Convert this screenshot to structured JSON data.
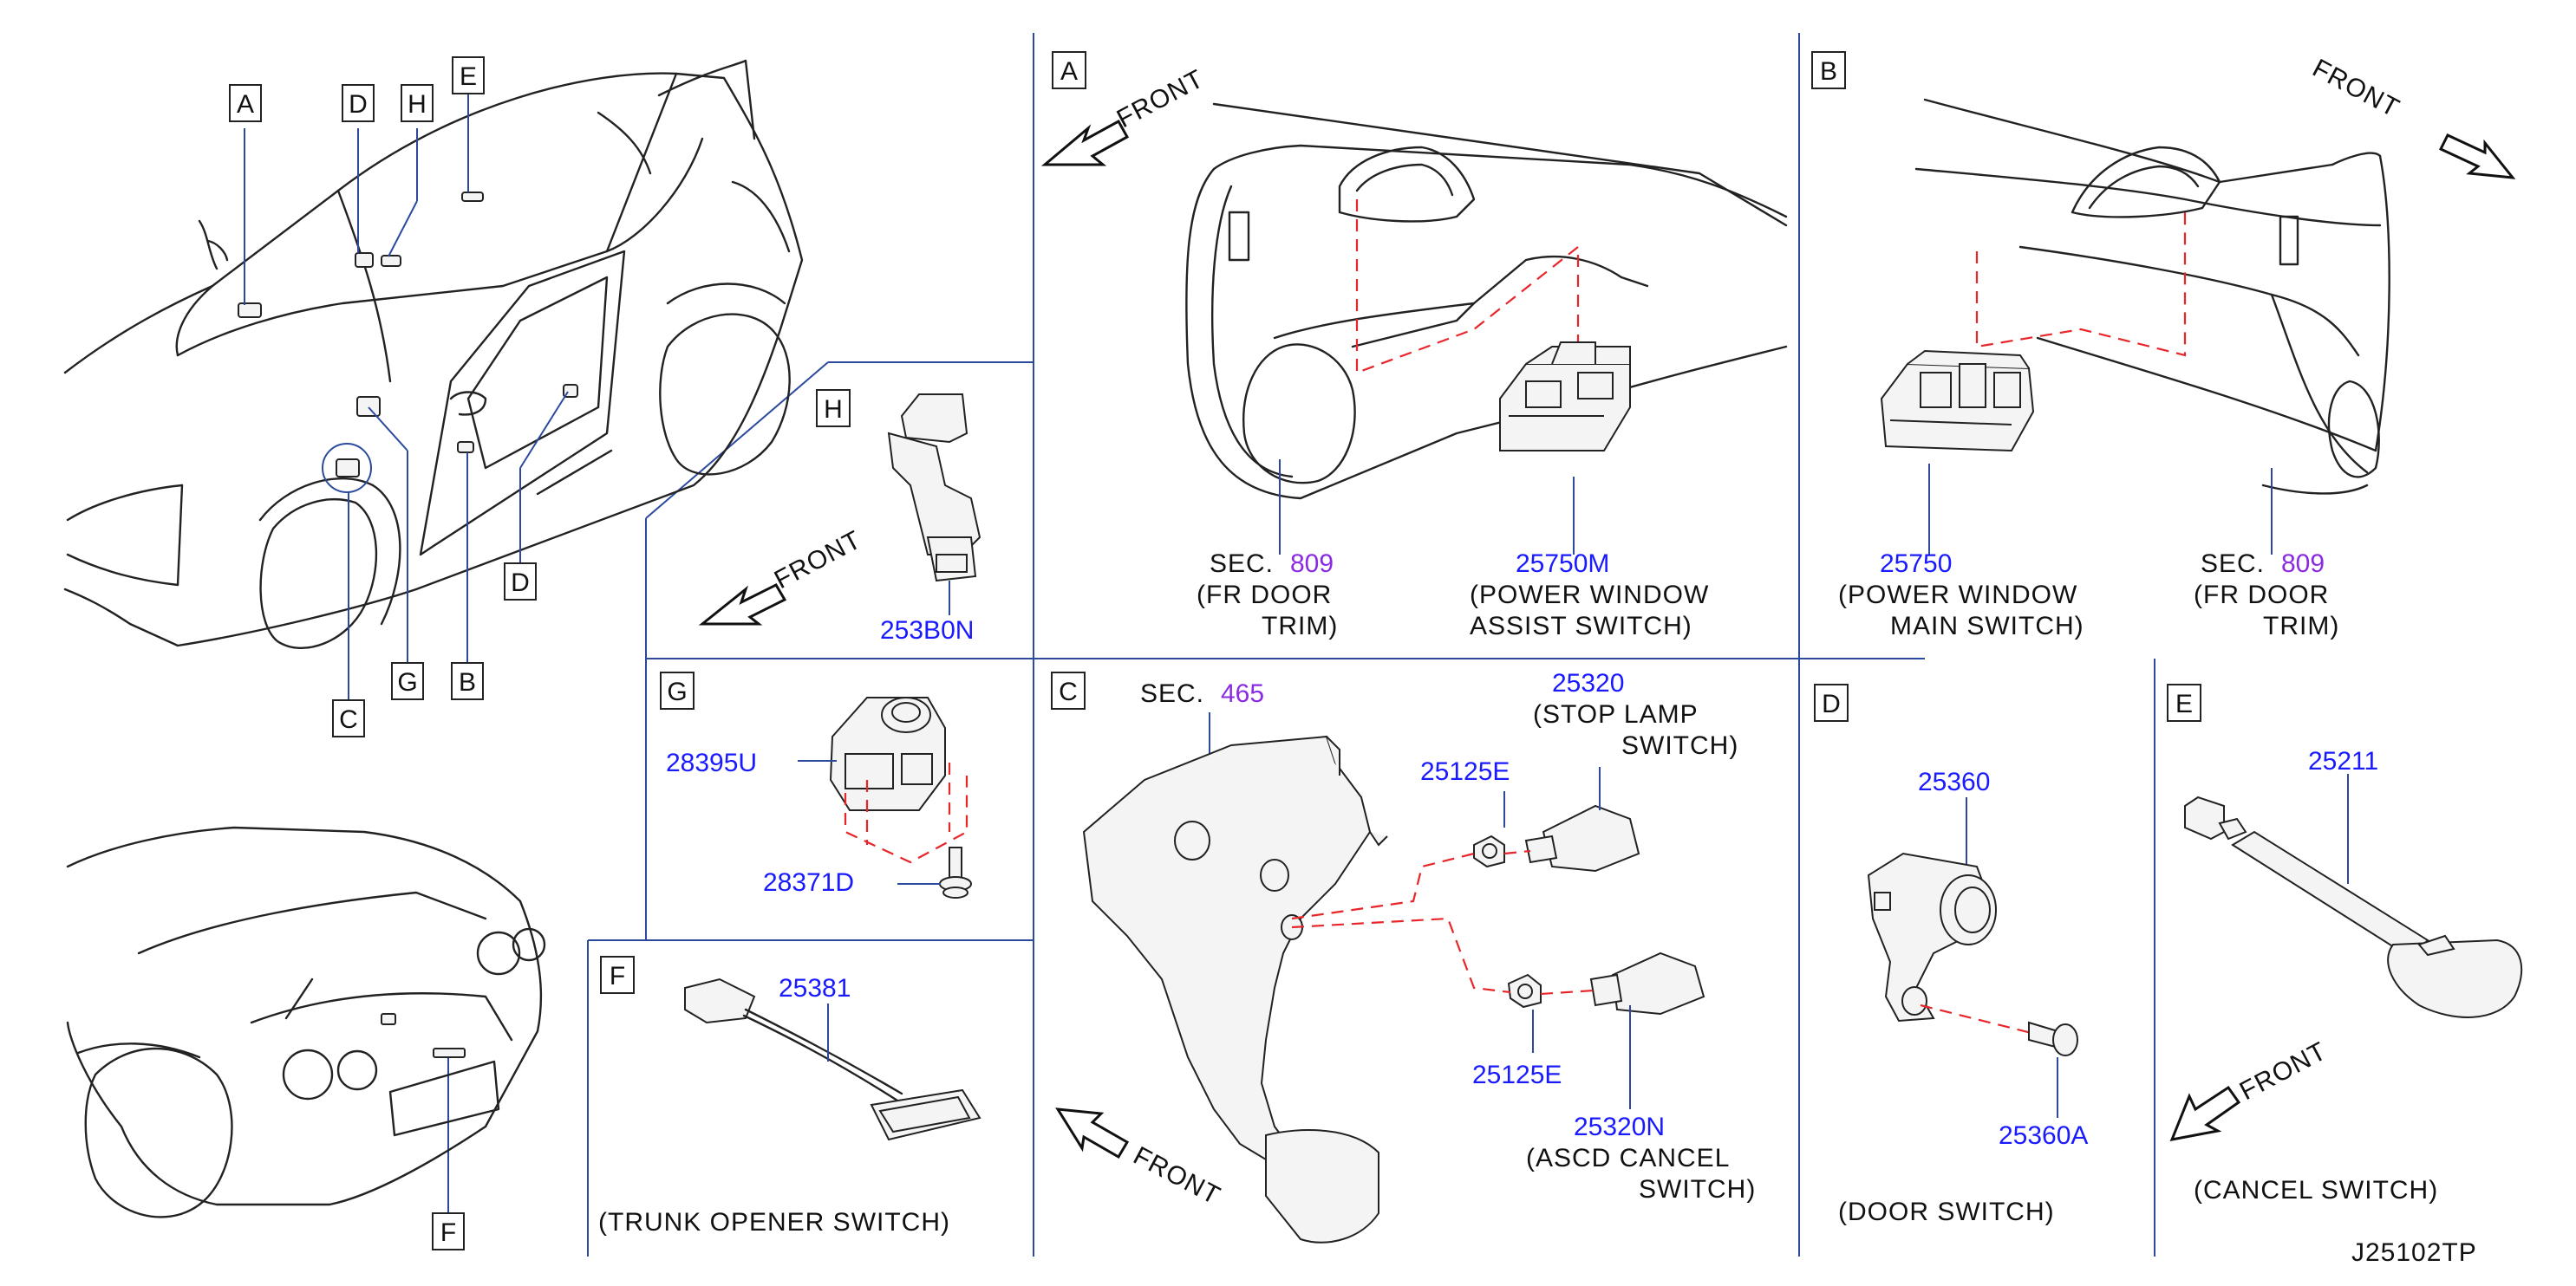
{
  "overview": {
    "callouts": {
      "A": "A",
      "B": "B",
      "C": "C",
      "D": "D",
      "E": "E",
      "F": "F",
      "G": "G",
      "H": "H",
      "D2": "D"
    }
  },
  "panelA": {
    "box": "A",
    "front": "FRONT",
    "sec_prefix": "SEC.",
    "sec_num": "809",
    "trim_l1": "(FR   DOOR",
    "trim_l2": "TRIM)",
    "part": "25750M",
    "sw_l1": "(POWER   WINDOW",
    "sw_l2": "ASSIST   SWITCH)"
  },
  "panelB": {
    "box": "B",
    "front": "FRONT",
    "part": "25750",
    "sw_l1": "(POWER   WINDOW",
    "sw_l2": "MAIN   SWITCH)",
    "sec_prefix": "SEC.",
    "sec_num": "809",
    "trim_l1": "(FR   DOOR",
    "trim_l2": "TRIM)"
  },
  "panelH": {
    "box": "H",
    "front": "FRONT",
    "part": "253B0N"
  },
  "panelG": {
    "box": "G",
    "part1": "28395U",
    "part2": "28371D"
  },
  "panelF": {
    "box": "F",
    "part": "25381",
    "caption": "(TRUNK   OPENER   SWITCH)"
  },
  "panelC": {
    "box": "C",
    "sec_prefix": "SEC.",
    "sec_num": "465",
    "stop_part": "25320",
    "stop_l1": "(STOP   LAMP",
    "stop_l2": "SWITCH)",
    "clip_top": "25125E",
    "clip_bottom": "25125E",
    "ascd_part": "25320N",
    "ascd_l1": "(ASCD   CANCEL",
    "ascd_l2": "SWITCH)",
    "front": "FRONT"
  },
  "panelD": {
    "box": "D",
    "part": "25360",
    "bolt": "25360A",
    "caption": "(DOOR   SWITCH)"
  },
  "panelE": {
    "box": "E",
    "part": "25211",
    "front": "FRONT",
    "caption": "(CANCEL   SWITCH)"
  },
  "diagram_id": "J25102TP"
}
